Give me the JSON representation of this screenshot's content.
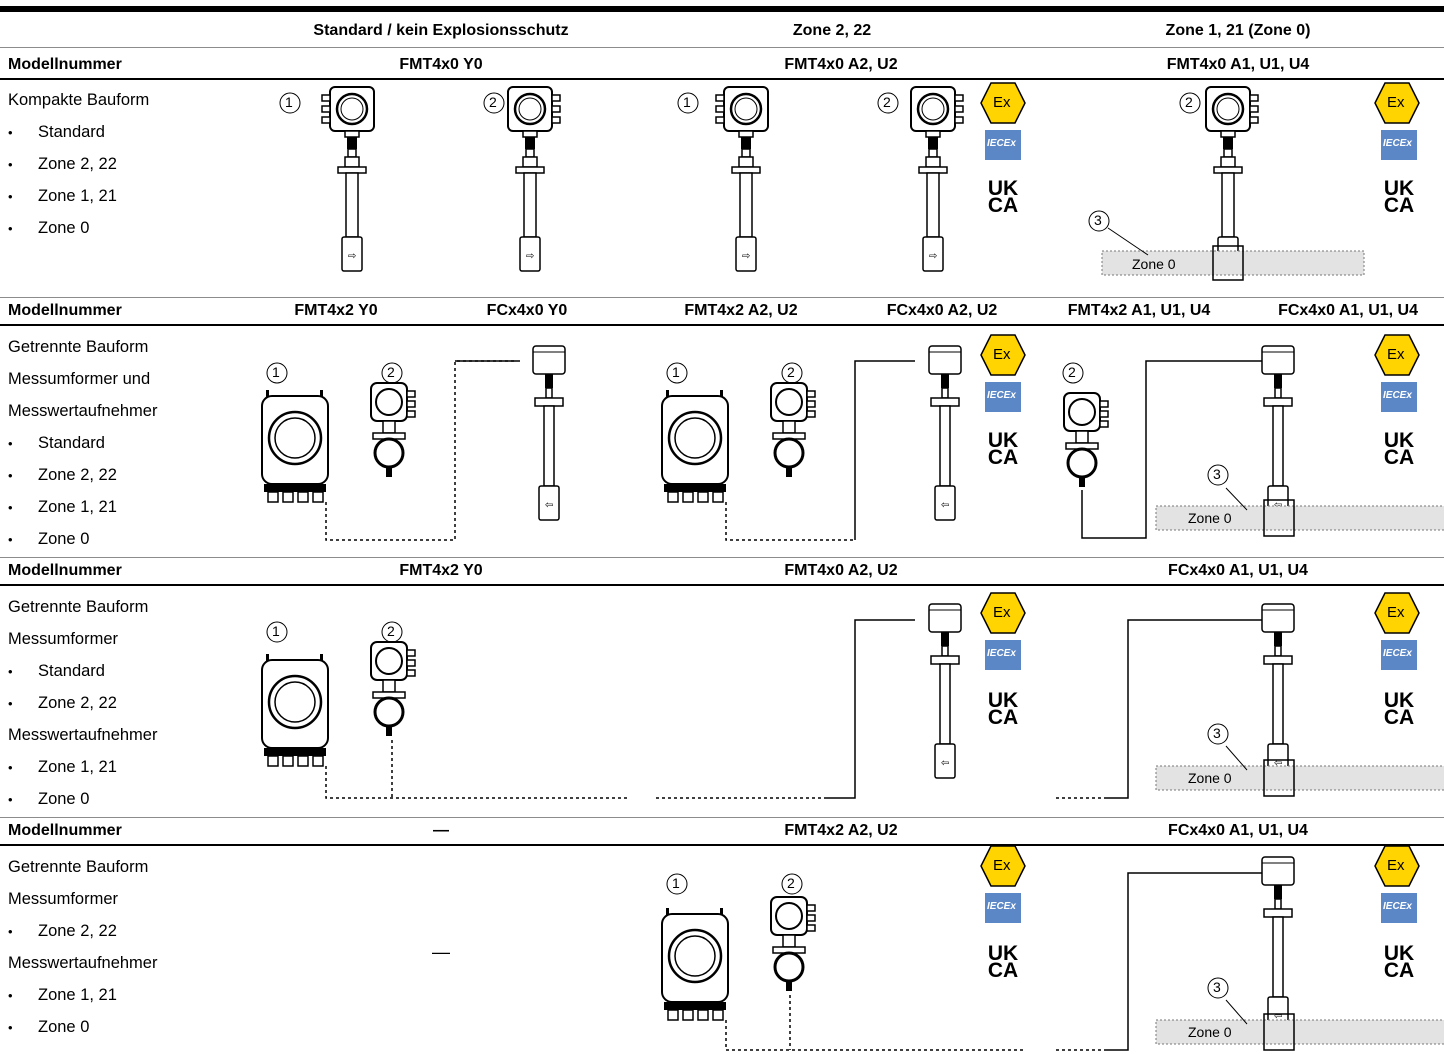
{
  "headers": {
    "standard": "Standard / kein Explosionsschutz",
    "zone2": "Zone 2, 22",
    "zone1": "Zone 1, 21 (Zone 0)"
  },
  "rows": [
    {
      "model_label": "Modellnummer",
      "models": [
        "FMT4x0 Y0",
        "FMT4x0 A2, U2",
        "FMT4x0 A1, U1, U4"
      ],
      "lines": [
        "Kompakte Bauform"
      ],
      "bullets": [
        "Standard",
        "Zone 2, 22",
        "Zone 1, 21",
        "Zone 0"
      ]
    },
    {
      "model_label": "Modellnummer",
      "models": [
        "FMT4x2 Y0",
        "FCx4x0 Y0",
        "FMT4x2 A2, U2",
        "FCx4x0 A2, U2",
        "FMT4x2 A1, U1, U4",
        "FCx4x0 A1, U1, U4"
      ],
      "lines": [
        "Getrennte Bauform",
        "Messumformer und",
        "Messwertaufnehmer"
      ],
      "bullets": [
        "Standard",
        "Zone 2, 22",
        "Zone 1, 21",
        "Zone 0"
      ]
    },
    {
      "model_label": "Modellnummer",
      "models": [
        "FMT4x2 Y0",
        "FMT4x0 A2, U2",
        "FCx4x0 A1, U1, U4"
      ],
      "lines": [
        "Getrennte Bauform",
        "Messumformer",
        "Messwertaufnehmer"
      ],
      "bullets": [
        "Standard",
        "Zone 2, 22",
        "Zone 1, 21",
        "Zone 0"
      ]
    },
    {
      "model_label": "Modellnummer",
      "models": [
        "—",
        "FMT4x2 A2, U2",
        "FCx4x0 A1, U1, U4"
      ],
      "lines": [
        "Getrennte Bauform",
        "Messumformer",
        "Messwertaufnehmer"
      ],
      "bullets": [
        "Zone 2, 22",
        "Zone 1, 21",
        "Zone 0"
      ],
      "empty_cell": "—"
    }
  ],
  "callouts": [
    "1",
    "2",
    "3"
  ],
  "zone0_label": "Zone 0",
  "cert_marks": {
    "ex": "Ex",
    "iecex": "IECEx",
    "ukca_top": "UK",
    "ukca_bottom": "CA"
  },
  "icons": [
    "ex-mark-icon",
    "iecex-logo-icon",
    "ukca-mark-icon",
    "compact-flowmeter-icon",
    "remote-transmitter-icon",
    "sensor-icon"
  ]
}
